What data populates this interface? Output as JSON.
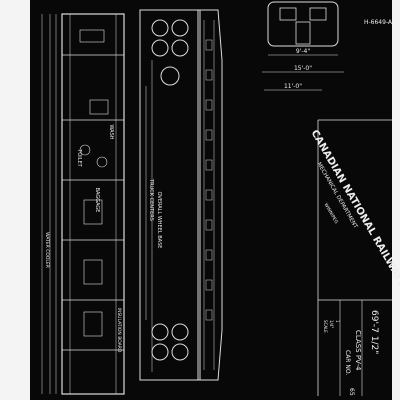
{
  "drawing_number": "H-6649-A",
  "title_block": {
    "company": "CANADIAN NATIONAL RAILWAYS",
    "department": "MECHANICAL DEPARTMENT",
    "city": "WINNIPEG"
  },
  "end_view_dimensions": [
    "9'-4\"",
    "15'-0\"",
    "11'-0\""
  ],
  "side_view_labels": [
    "TRUCK CENTERS",
    "OVERALL WHEEL BASE"
  ],
  "floor_plan_labels": [
    "BAGGAGE",
    "TOILET",
    "WASH",
    "WATER COOLER",
    "INSULATION BOARD"
  ],
  "right_column_labels": [
    "69'-7 1/2\"",
    "CLASS PV-4",
    "CAR NO.",
    "65"
  ],
  "revision_block": [
    "SCALE",
    "1/4\"",
    "1"
  ]
}
